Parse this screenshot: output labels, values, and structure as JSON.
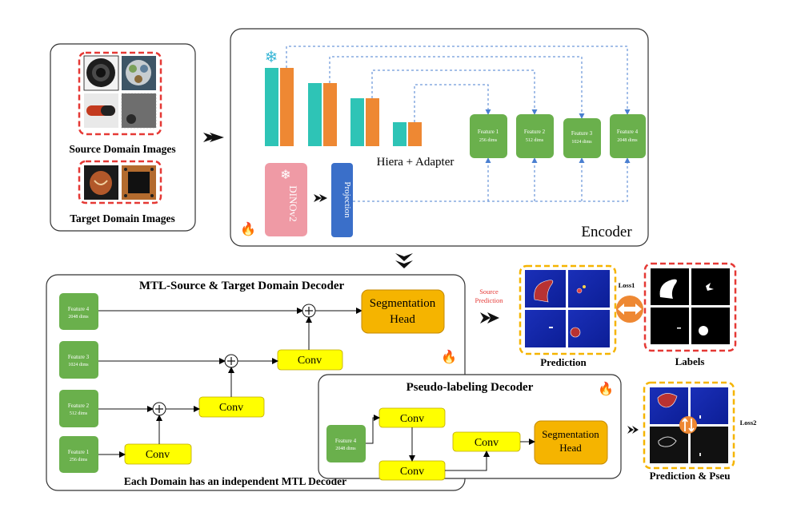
{
  "inputs": {
    "source_caption": "Source Domain Images",
    "target_caption": "Target Domain Images"
  },
  "encoder": {
    "title": "Encoder",
    "backbone_label": "Hiera + Adapter",
    "dino_label": "DINOv2",
    "projection_label": "Projection",
    "features": [
      {
        "name": "Feature 1",
        "dims": "256 dims"
      },
      {
        "name": "Feature 2",
        "dims": "512 dims"
      },
      {
        "name": "Feature 3",
        "dims": "1024 dims"
      },
      {
        "name": "Feature 4",
        "dims": "2048 dims"
      }
    ]
  },
  "mtl_decoder": {
    "title": "MTL-Source & Target Domain Decoder",
    "footer": "Each Domain has an independent MTL Decoder",
    "features": [
      {
        "name": "Feature 4",
        "dims": "2048 dims"
      },
      {
        "name": "Feature 3",
        "dims": "1024 dims"
      },
      {
        "name": "Feature 2",
        "dims": "512 dims"
      },
      {
        "name": "Feature 1",
        "dims": "256 dims"
      }
    ],
    "conv_label": "Conv",
    "seg_head_label": "Segmentation Head"
  },
  "pseudo_decoder": {
    "title": "Pseudo-labeling Decoder",
    "feature": {
      "name": "Feature 4",
      "dims": "2048 dims"
    },
    "conv_label": "Conv",
    "seg_head_label": "Segmentation Head"
  },
  "outputs": {
    "source_prediction_label": "Source Prediction",
    "prediction_caption": "Prediction",
    "labels_caption": "Labels",
    "loss1": "Loss1",
    "loss2": "Loss2",
    "pseudo_caption": "Prediction & Pseu"
  },
  "colors": {
    "green": "#6ab04c",
    "teal": "#2ec4b6",
    "orange": "#ee8833",
    "blue_proj": "#3a6fc9",
    "pink": "#ef9aa5",
    "yellow": "#ffff00",
    "gold": "#f5b400",
    "dashed_red": "#e53935",
    "dashed_gold": "#f5b400",
    "arrow_dash": "#4a7fd0"
  }
}
